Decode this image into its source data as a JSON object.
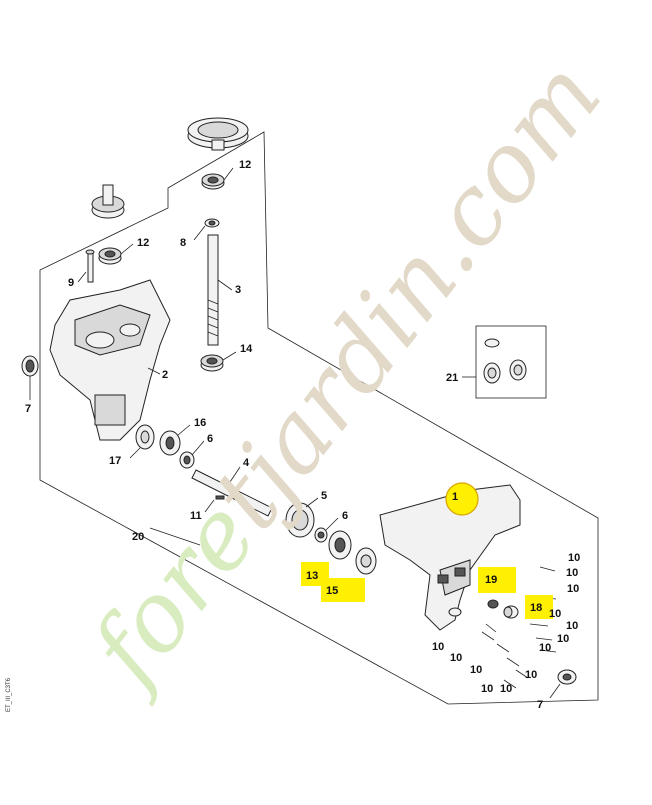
{
  "diagram": {
    "part_labels": {
      "p12a": "12",
      "p12b": "12",
      "p8": "8",
      "p9": "9",
      "p3": "3",
      "p2": "2",
      "p14": "14",
      "p7a": "7",
      "p16": "16",
      "p6a": "6",
      "p17": "17",
      "p4": "4",
      "p11": "11",
      "p5": "5",
      "p6b": "6",
      "p20": "20",
      "p13": "13",
      "p15": "15",
      "p21": "21",
      "p1": "1",
      "p19": "19",
      "p18": "18",
      "p7b": "7"
    },
    "screw_labels": [
      "10",
      "10",
      "10",
      "10",
      "10",
      "10",
      "10",
      "10",
      "10",
      "10",
      "10",
      "10",
      "10"
    ],
    "side_code": "ET_III_C3T6",
    "watermark": {
      "part1": "fore",
      "part2": "tjardin.com"
    },
    "highlight_color": "#ffef00",
    "watermark_colors": {
      "green": "#d8ecbf",
      "tan": "#e2d9c8"
    }
  }
}
